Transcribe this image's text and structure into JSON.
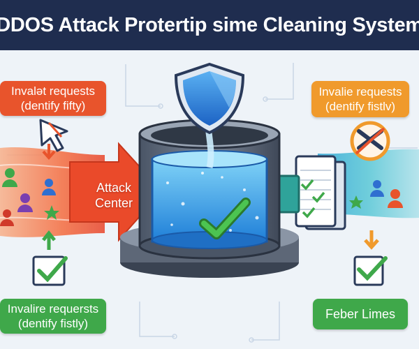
{
  "title": "DDOS Attack Protertip sime Cleaning System",
  "labels": {
    "top_left": {
      "line1": "Invalət requests",
      "line2": "(dentify fifty)"
    },
    "top_right": {
      "line1": "Invalie requests",
      "line2": "(dentify fistlv)"
    },
    "bottom_left": {
      "line1": "Invalire requersts",
      "line2": "(dentify fistly)"
    },
    "bottom_right": {
      "line1": "Feber Limes"
    }
  },
  "arrow_label": {
    "line1": "Attack",
    "line2": "Center"
  },
  "colors": {
    "header": "#1f2d4f",
    "attack_red": "#e8542c",
    "warning_orange": "#f09a2c",
    "valid_green": "#3fa84a",
    "water_blue": "#2f8fe0",
    "clean_teal": "#38c1c9"
  },
  "icons": [
    "shield-icon",
    "check-icon",
    "user-icon",
    "star-icon",
    "blocked-tool-icon",
    "document-icon",
    "down-arrow-icon",
    "up-arrow-icon",
    "cursor-icon"
  ]
}
